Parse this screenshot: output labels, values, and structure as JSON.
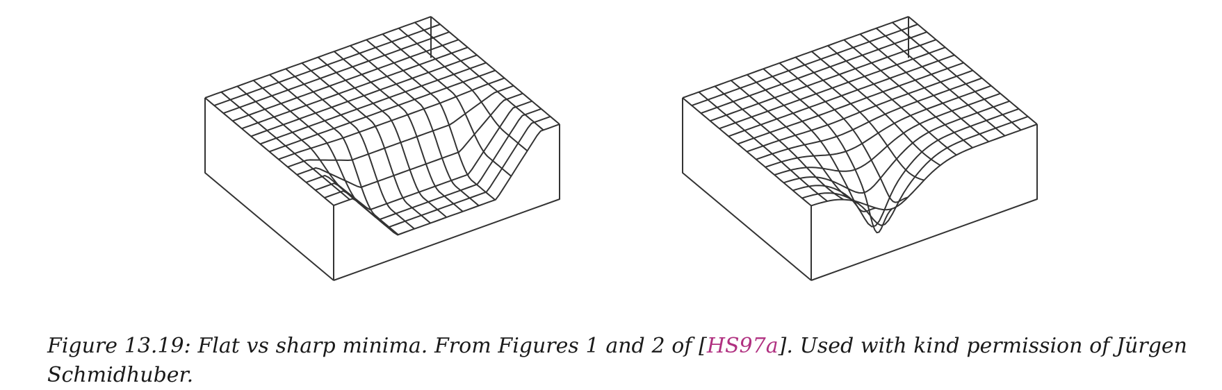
{
  "figure": {
    "panels": [
      {
        "name": "flat-minimum",
        "kind": "flat"
      },
      {
        "name": "sharp-minimum",
        "kind": "sharp"
      }
    ],
    "line_color": "#333333"
  },
  "caption": {
    "prefix": "Figure 13.19: Flat vs sharp minima. From Figures 1 and 2 of [",
    "citation": "HS97a",
    "suffix": "]. Used with kind permission of Jürgen Schmidhuber.",
    "citation_color": "#b03080"
  }
}
